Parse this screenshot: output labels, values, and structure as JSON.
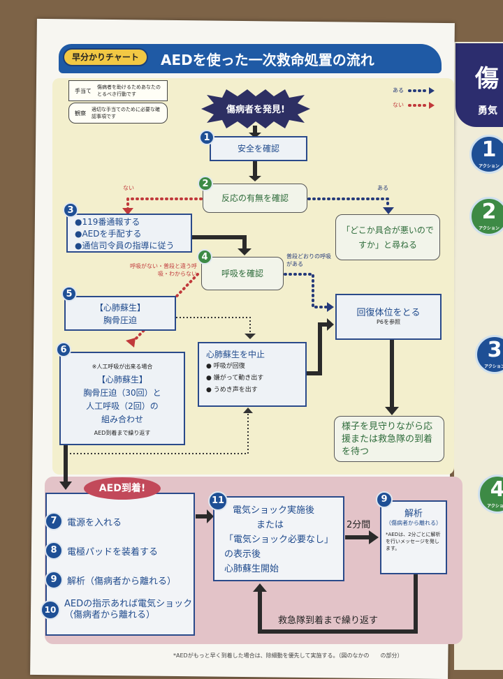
{
  "header": {
    "badge": "早分かりチャート",
    "title": "AEDを使った一次救命処置の流れ"
  },
  "legend": {
    "teate": {
      "term": "手当て",
      "desc": "傷病者を助けるためあなたのとるべき行動です"
    },
    "kansatsu": {
      "term": "観察",
      "desc": "適切な手当てのために必要な確認事項です"
    },
    "yes": "ある",
    "no": "ない"
  },
  "start": "傷病者を発見!",
  "steps": {
    "s1": {
      "num": "1",
      "text": "安全を確認"
    },
    "s2": {
      "num": "2",
      "text": "反応の有無を確認",
      "no": "ない",
      "yes": "ある"
    },
    "s2yes": "「どこか具合が悪いのですか」と尋ねる",
    "s3": {
      "num": "3",
      "items": [
        "●119番通報する",
        "●AEDを手配する",
        "●通信司令員の指導に従う"
      ]
    },
    "s4": {
      "num": "4",
      "text": "呼吸を確認",
      "no": "呼吸がない・普段と違う呼吸・わからない",
      "yes": "普段どおりの呼吸がある"
    },
    "recovery": {
      "title": "回復体位をとる",
      "ref": "P6を参照"
    },
    "s5": {
      "num": "5",
      "line1": "【心肺蘇生】",
      "line2": "胸骨圧迫"
    },
    "stop": {
      "title": "心肺蘇生を中止",
      "items": [
        "● 呼吸が回復",
        "● 嫌がって動き出す",
        "● うめき声を出す"
      ]
    },
    "s6": {
      "num": "6",
      "note": "※人工呼吸が出来る場合",
      "line1": "【心肺蘇生】",
      "line2": "胸骨圧迫（30回）と",
      "line3": "人工呼吸（2回）の",
      "line4": "組み合わせ",
      "repeat": "AED到着まで繰り返す"
    },
    "watch": "様子を見守りながら応援または救急隊の到着を待つ"
  },
  "aed": {
    "arrival": "AED到着!",
    "items": [
      {
        "num": "7",
        "text": "電源を入れる"
      },
      {
        "num": "8",
        "text": "電極パッドを装着する"
      },
      {
        "num": "9",
        "text": "解析（傷病者から離れる）"
      },
      {
        "num": "10",
        "text": "AEDの指示あれば電気ショック（傷病者から離れる）"
      }
    ],
    "s11": {
      "num": "11",
      "lines": [
        "電気ショック実施後",
        "または",
        "「電気ショック必要なし」",
        "の表示後",
        "心肺蘇生開始"
      ]
    },
    "interval": "2分間",
    "s9": {
      "num": "9",
      "title": "解析",
      "sub": "（傷病者から離れる）",
      "note": "*AEDは、2分ごとに解析を行いメッセージを発します。"
    },
    "loop": "救急隊到着まで繰り返す"
  },
  "footnote": "*AEDがもっと早く到着した場合は、除細動を優先して実施する。（図のなかの　　の部分）",
  "right_page": {
    "title": "傷",
    "subtitle": "勇気",
    "actions": [
      {
        "num": "1",
        "label": "アクション"
      },
      {
        "num": "2",
        "label": "アクション"
      },
      {
        "num": "3",
        "label": "アクション"
      },
      {
        "num": "4",
        "label": "アクション"
      }
    ]
  },
  "colors": {
    "navy": "#1e4f95",
    "green": "#3d8a45",
    "red": "#c0393b",
    "flow_bg": "#f3efcd",
    "aed_bg": "#e3c3c8"
  }
}
